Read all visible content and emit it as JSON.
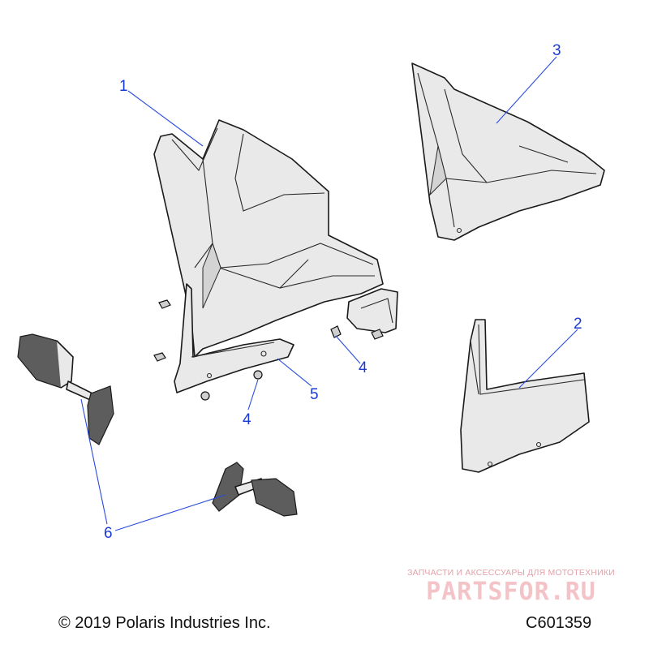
{
  "callouts": {
    "c1": "1",
    "c2": "2",
    "c3": "3",
    "c4a": "4",
    "c4b": "4",
    "c5": "5",
    "c6": "6"
  },
  "footer": {
    "copyright": "© 2019 Polaris Industries Inc.",
    "diagram_id": "C601359"
  },
  "watermark": {
    "caption": "ЗАПЧАСТИ И АКСЕССУАРЫ ДЛЯ МОТОТЕХНИКИ",
    "logo": "PARTSFOR.RU"
  },
  "colors": {
    "callout": "#1a3ad6",
    "part_fill": "#e9e9e9",
    "watermark": "#f4c3c7"
  }
}
